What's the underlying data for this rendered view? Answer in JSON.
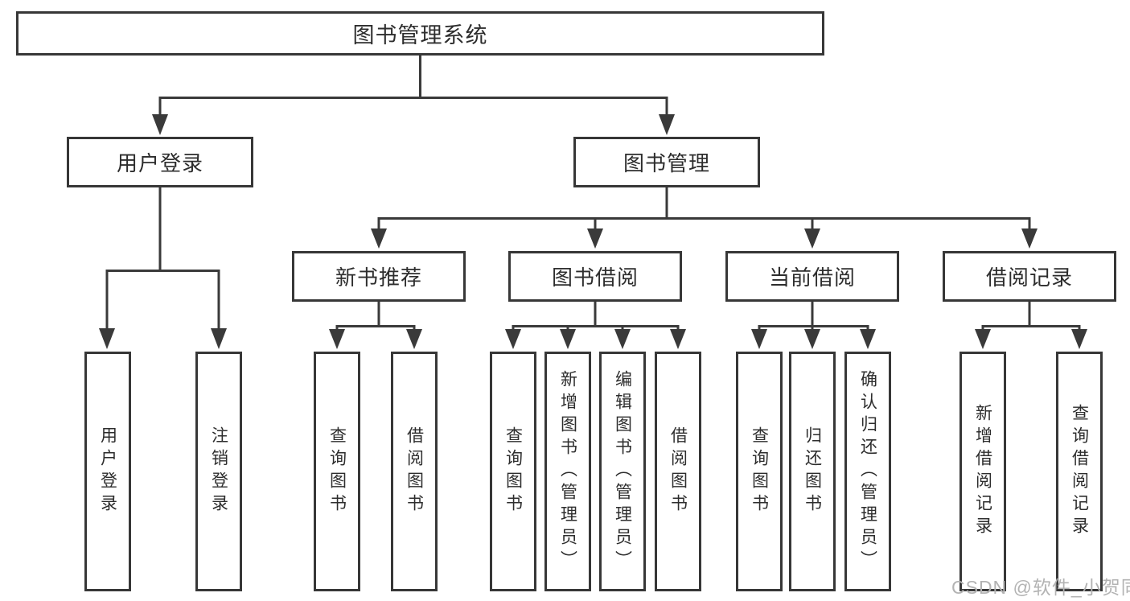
{
  "diagram": {
    "root": {
      "label": "图书管理系统",
      "children": [
        {
          "label": "用户登录",
          "children": [
            {
              "label": "用户登录"
            },
            {
              "label": "注销登录"
            }
          ]
        },
        {
          "label": "图书管理",
          "children": [
            {
              "label": "新书推荐",
              "children": [
                {
                  "label": "查询图书"
                },
                {
                  "label": "借阅图书"
                }
              ]
            },
            {
              "label": "图书借阅",
              "children": [
                {
                  "label": "查询图书"
                },
                {
                  "label": "新增图书（管理员）"
                },
                {
                  "label": "编辑图书（管理员）"
                },
                {
                  "label": "借阅图书"
                }
              ]
            },
            {
              "label": "当前借阅",
              "children": [
                {
                  "label": "查询图书"
                },
                {
                  "label": "归还图书"
                },
                {
                  "label": "确认归还（管理员）"
                }
              ]
            },
            {
              "label": "借阅记录",
              "children": [
                {
                  "label": "新增借阅记录"
                },
                {
                  "label": "查询借阅记录"
                }
              ]
            }
          ]
        }
      ]
    },
    "icons": {
      "connector_arrow": "arrow-down-icon"
    },
    "colors": {
      "line": "#3a3a3a",
      "box_border": "#373737",
      "text": "#2d2d2d",
      "background": "#ffffff",
      "watermark": "#b3b3b3"
    }
  },
  "watermark": {
    "text": "CSDN @软件_小贺同学"
  }
}
